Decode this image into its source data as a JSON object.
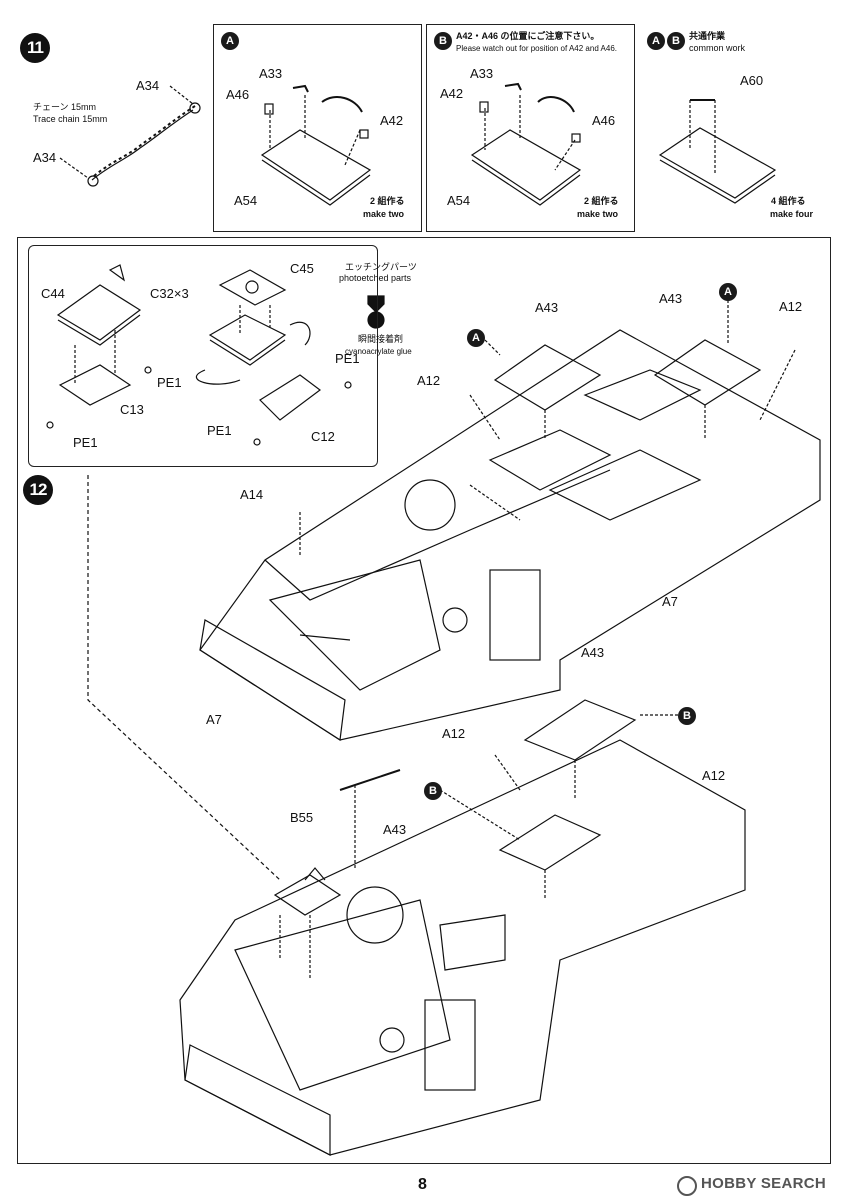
{
  "step11": {
    "number": "11",
    "chain": {
      "label_ja": "チェーン 15mm",
      "label_en": "Trace chain 15mm",
      "part_top": "A34",
      "part_bottom": "A34"
    },
    "panel_a": {
      "badge": "A",
      "parts": {
        "a33": "A33",
        "a46": "A46",
        "a42": "A42",
        "a54": "A54"
      },
      "qty_ja": "2 組作る",
      "qty_en": "make two"
    },
    "panel_b": {
      "badge": "B",
      "note_ja": "A42・A46 の位置にご注意下さい。",
      "note_en": "Please watch out for position of A42 and A46.",
      "parts": {
        "a33": "A33",
        "a42": "A42",
        "a46": "A46",
        "a54": "A54"
      },
      "qty_ja": "2 組作る",
      "qty_en": "make two"
    },
    "common": {
      "badge_a": "A",
      "badge_b": "B",
      "title_ja": "共通作業",
      "title_en": "common work",
      "part": "A60",
      "qty_ja": "4 組作る",
      "qty_en": "make four"
    }
  },
  "step12": {
    "number": "12",
    "inset": {
      "parts": {
        "c44": "C44",
        "c32": "C32×3",
        "c13": "C13",
        "pe1_a": "PE1",
        "pe1_b": "PE1",
        "c45": "C45",
        "pe1_c": "PE1",
        "pe1_d": "PE1",
        "c12": "C12"
      },
      "legend": {
        "pe_ja": "エッチングパーツ",
        "pe_en": "photoetched parts",
        "glue_ja": "瞬間接着剤",
        "glue_en": "cyanoacrylate glue"
      }
    },
    "upper": {
      "badge_left": "A",
      "badge_right": "A",
      "a43_left": "A43",
      "a43_right": "A43",
      "a12_left": "A12",
      "a12_right": "A12",
      "a14": "A14",
      "a7_left": "A7",
      "a7_right": "A7"
    },
    "lower": {
      "a43_top": "A43",
      "badge_top": "B",
      "a12_left": "A12",
      "a12_right": "A12",
      "badge_mid": "B",
      "b55": "B55",
      "a43_mid": "A43"
    }
  },
  "footer": {
    "page_number": "8",
    "watermark": "HOBBY SEARCH"
  }
}
